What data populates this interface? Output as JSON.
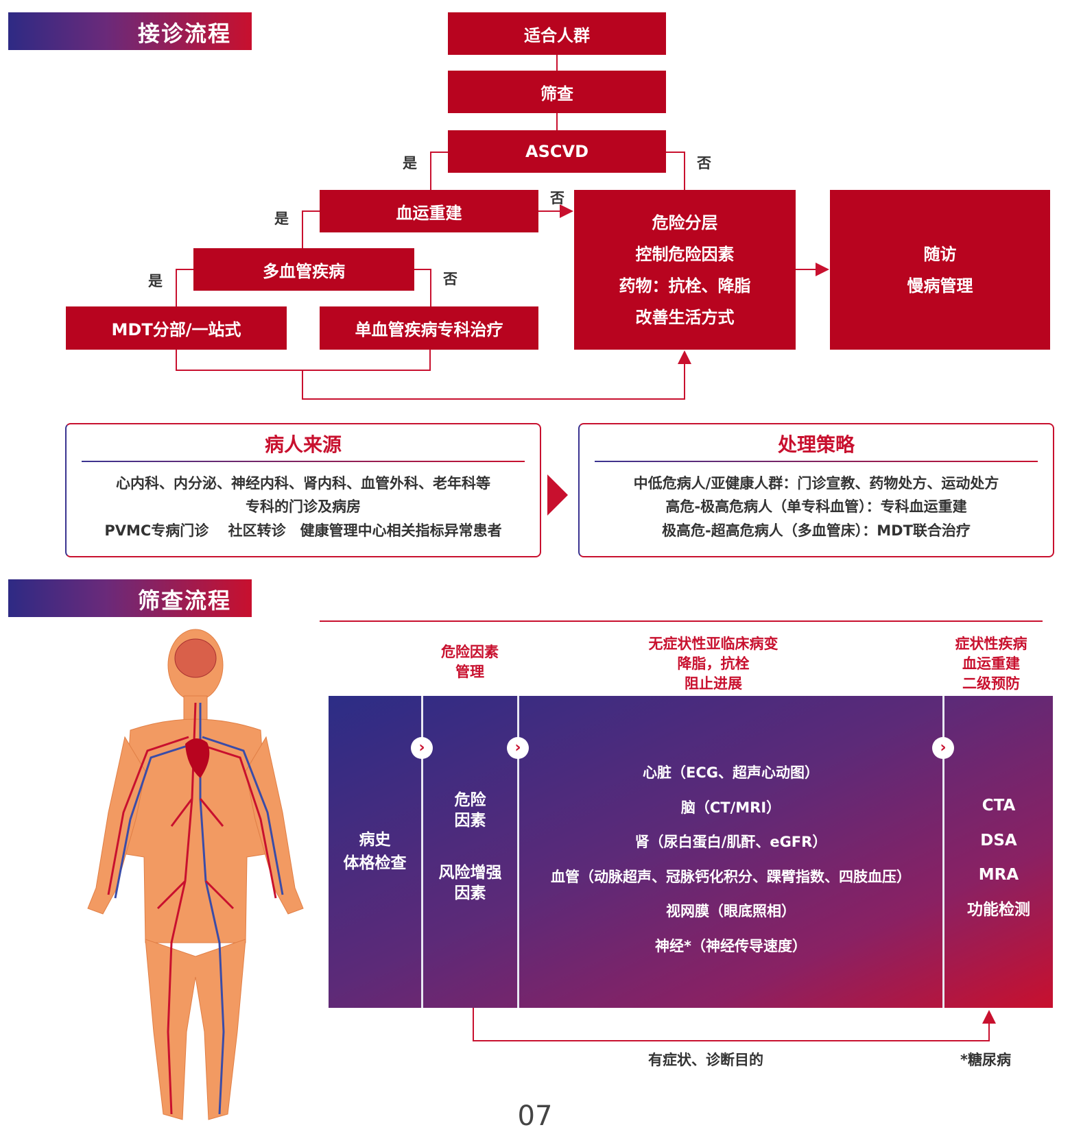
{
  "sections": {
    "consult_title": "接诊流程",
    "screen_title": "筛查流程"
  },
  "flow": {
    "suitable": "适合人群",
    "screening": "筛查",
    "ascvd": "ASCVD",
    "revasc": "血运重建",
    "multi_vessel": "多血管疾病",
    "mdt": "MDT分部/一站式",
    "single_vessel": "单血管疾病专科治疗",
    "risk_lines": [
      "危险分层",
      "控制危险因素",
      "药物：抗栓、降脂",
      "改善生活方式"
    ],
    "follow_lines": [
      "随访",
      "慢病管理"
    ],
    "yes": "是",
    "no": "否"
  },
  "patient_source": {
    "title": "病人来源",
    "lines": [
      "心内科、内分泌、神经内科、肾内科、血管外科、老年科等",
      "专科的门诊及病房",
      "PVMC专病门诊　 社区转诊　健康管理中心相关指标异常患者"
    ]
  },
  "strategy": {
    "title": "处理策略",
    "lines": [
      "中低危病人/亚健康人群：门诊宣教、药物处方、运动处方",
      "高危-极高危病人（单专科血管）：专科血运重建",
      "极高危-超高危病人（多血管床）：MDT联合治疗"
    ]
  },
  "screen": {
    "stage_risk": [
      "危险因素",
      "管理"
    ],
    "stage_subclinical": [
      "无症状性亚临床病变",
      "降脂，抗栓",
      "阻止进展"
    ],
    "stage_symptomatic": [
      "症状性疾病",
      "血运重建",
      "二级预防"
    ],
    "col1": [
      "病史",
      "体格检查"
    ],
    "col2_a": [
      "危险",
      "因素"
    ],
    "col2_b": [
      "风险增强",
      "因素"
    ],
    "col3": [
      "心脏（ECG、超声心动图）",
      "脑（CT/MRI）",
      "肾（尿白蛋白/肌酐、eGFR）",
      "血管（动脉超声、冠脉钙化积分、踝臂指数、四肢血压）",
      "视网膜（眼底照相）",
      "神经*（神经传导速度）"
    ],
    "col4": [
      "CTA",
      "DSA",
      "MRA",
      "功能检测"
    ],
    "bottom_label": "有症状、诊断目的",
    "footnote": "*糖尿病",
    "chevron": "›"
  },
  "page_number": "07",
  "colors": {
    "red": "#b8041f",
    "blue": "#2e2a84"
  }
}
